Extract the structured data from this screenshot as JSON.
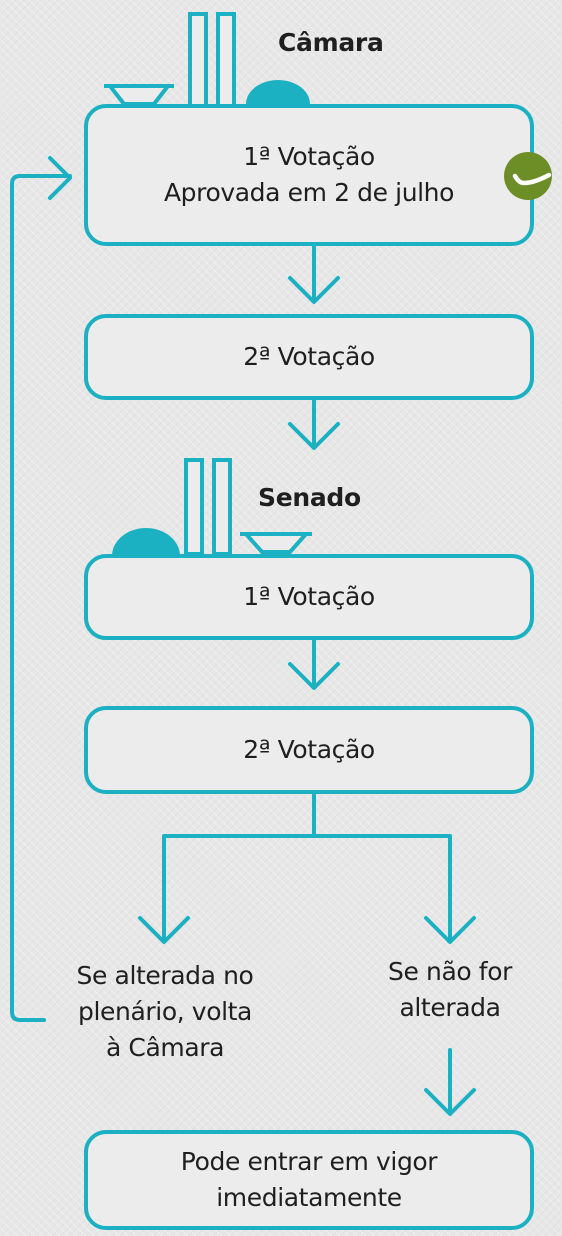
{
  "colors": {
    "accent": "#1cb1c2",
    "approved": "#6d8d27",
    "background": "#e7e7e7"
  },
  "camara": {
    "heading": "Câmara",
    "vote1": {
      "line1": "1ª Votação",
      "line2": "Aprovada em 2 de julho"
    },
    "vote2": {
      "line1": "2ª Votação"
    }
  },
  "senado": {
    "heading": "Senado",
    "vote1": {
      "line1": "1ª Votação"
    },
    "vote2": {
      "line1": "2ª Votação"
    }
  },
  "branches": {
    "left": {
      "line1": "Se alterada no",
      "line2": "plenário, volta",
      "line3": "à Câmara"
    },
    "right": {
      "line1": "Se não for",
      "line2": "alterada"
    }
  },
  "final": {
    "line1": "Pode entrar em vigor",
    "line2": "imediatamente"
  },
  "icons": {
    "approved": "check-icon",
    "camara_building": "congress-building-icon",
    "senado_building": "congress-building-icon"
  }
}
